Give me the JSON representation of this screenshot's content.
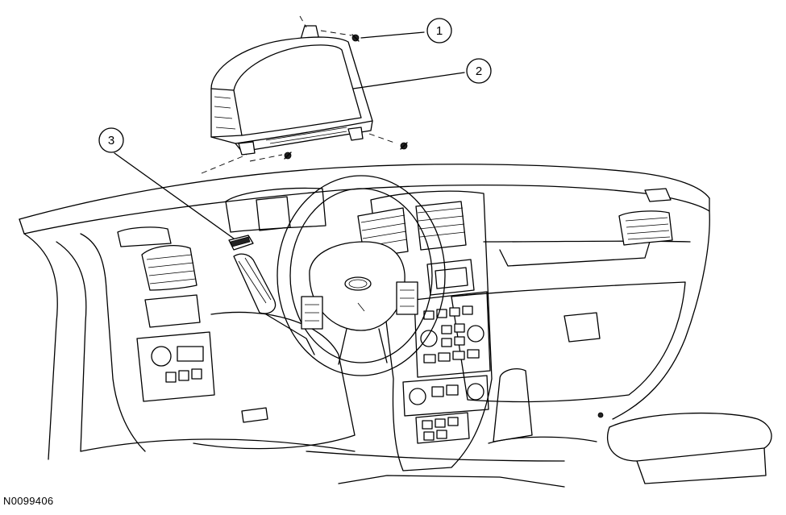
{
  "figure_id": "N0099406",
  "callouts": [
    {
      "number": "1"
    },
    {
      "number": "2"
    },
    {
      "number": "3"
    }
  ]
}
